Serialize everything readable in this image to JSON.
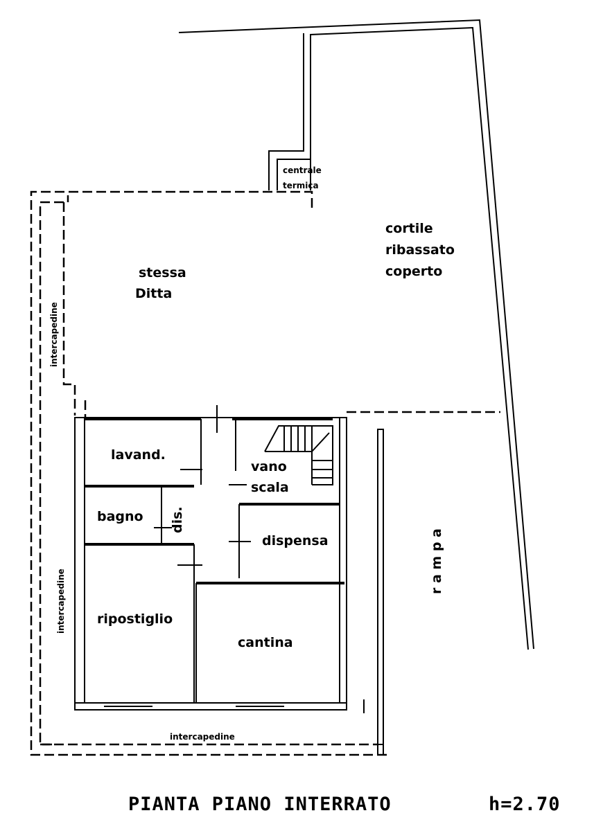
{
  "plan": {
    "title": "PIANTA PIANO INTERRATO",
    "height_label": "h=2.70",
    "rooms": {
      "stessa": "stessa",
      "ditta": "Ditta",
      "cortile1": "cortile",
      "cortile2": "ribassato",
      "cortile3": "coperto",
      "centrale1": "centrale",
      "centrale2": "termica",
      "lavand": "lavand.",
      "bagno": "bagno",
      "dis": "dis.",
      "vano": "vano",
      "scala": "scala",
      "dispensa": "dispensa",
      "ripostiglio": "ripostiglio",
      "cantina": "cantina",
      "rampa": "r a m p a",
      "intercapedine_left_top": "intercapedine",
      "intercapedine_left_bottom": "intercapedine",
      "intercapedine_bottom": "intercapedine"
    }
  }
}
